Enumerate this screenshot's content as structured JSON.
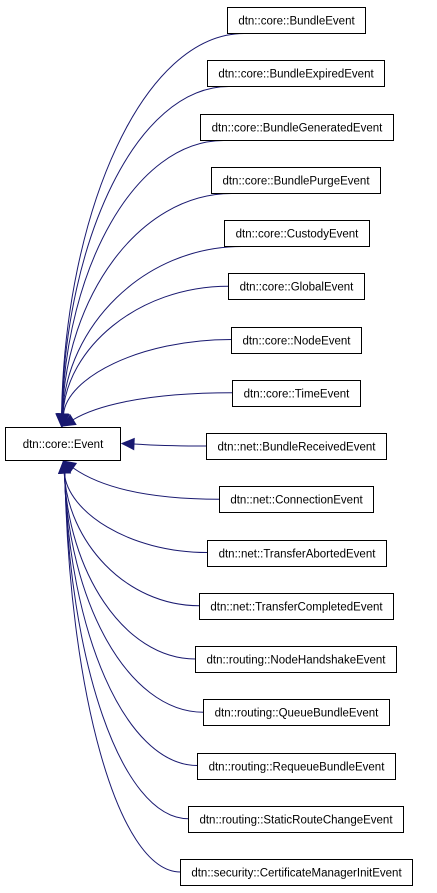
{
  "diagram": {
    "base": {
      "label": "dtn::core::Event"
    },
    "derived": [
      {
        "label": "dtn::core::BundleEvent"
      },
      {
        "label": "dtn::core::BundleExpiredEvent"
      },
      {
        "label": "dtn::core::BundleGeneratedEvent"
      },
      {
        "label": "dtn::core::BundlePurgeEvent"
      },
      {
        "label": "dtn::core::CustodyEvent"
      },
      {
        "label": "dtn::core::GlobalEvent"
      },
      {
        "label": "dtn::core::NodeEvent"
      },
      {
        "label": "dtn::core::TimeEvent"
      },
      {
        "label": "dtn::net::BundleReceivedEvent"
      },
      {
        "label": "dtn::net::ConnectionEvent"
      },
      {
        "label": "dtn::net::TransferAbortedEvent"
      },
      {
        "label": "dtn::net::TransferCompletedEvent"
      },
      {
        "label": "dtn::routing::NodeHandshakeEvent"
      },
      {
        "label": "dtn::routing::QueueBundleEvent"
      },
      {
        "label": "dtn::routing::RequeueBundleEvent"
      },
      {
        "label": "dtn::routing::StaticRouteChangeEvent"
      },
      {
        "label": "dtn::security::CertificateManagerInitEvent"
      }
    ],
    "colors": {
      "edge": "#191970",
      "box_border": "#000000",
      "box_fill": "#ffffff",
      "text": "#000000"
    }
  }
}
